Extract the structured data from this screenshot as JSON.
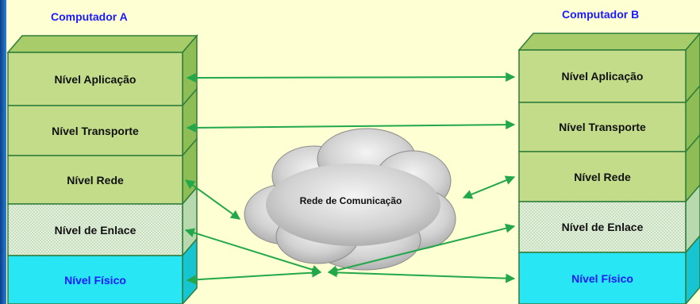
{
  "computer_a": {
    "title": "Computador A",
    "layers": [
      "Nível Aplicação",
      "Nível Transporte",
      "Nível Rede",
      "Nível de Enlace",
      "Nível Físico"
    ]
  },
  "computer_b": {
    "title": "Computador B",
    "layers": [
      "Nível Aplicação",
      "Nível Transporte",
      "Nível Rede",
      "Nível de Enlace",
      "Nível Físico"
    ]
  },
  "network": {
    "label": "Rede de Comunicação"
  },
  "colors": {
    "layer_green": "#c2dc8a",
    "layer_green_top": "#a9cc6a",
    "layer_dotted": "#d8ead0",
    "layer_cyan": "#28e6f4",
    "border": "#2f7d3a",
    "arrow": "#22a84a",
    "title_blue": "#1a1aff"
  }
}
